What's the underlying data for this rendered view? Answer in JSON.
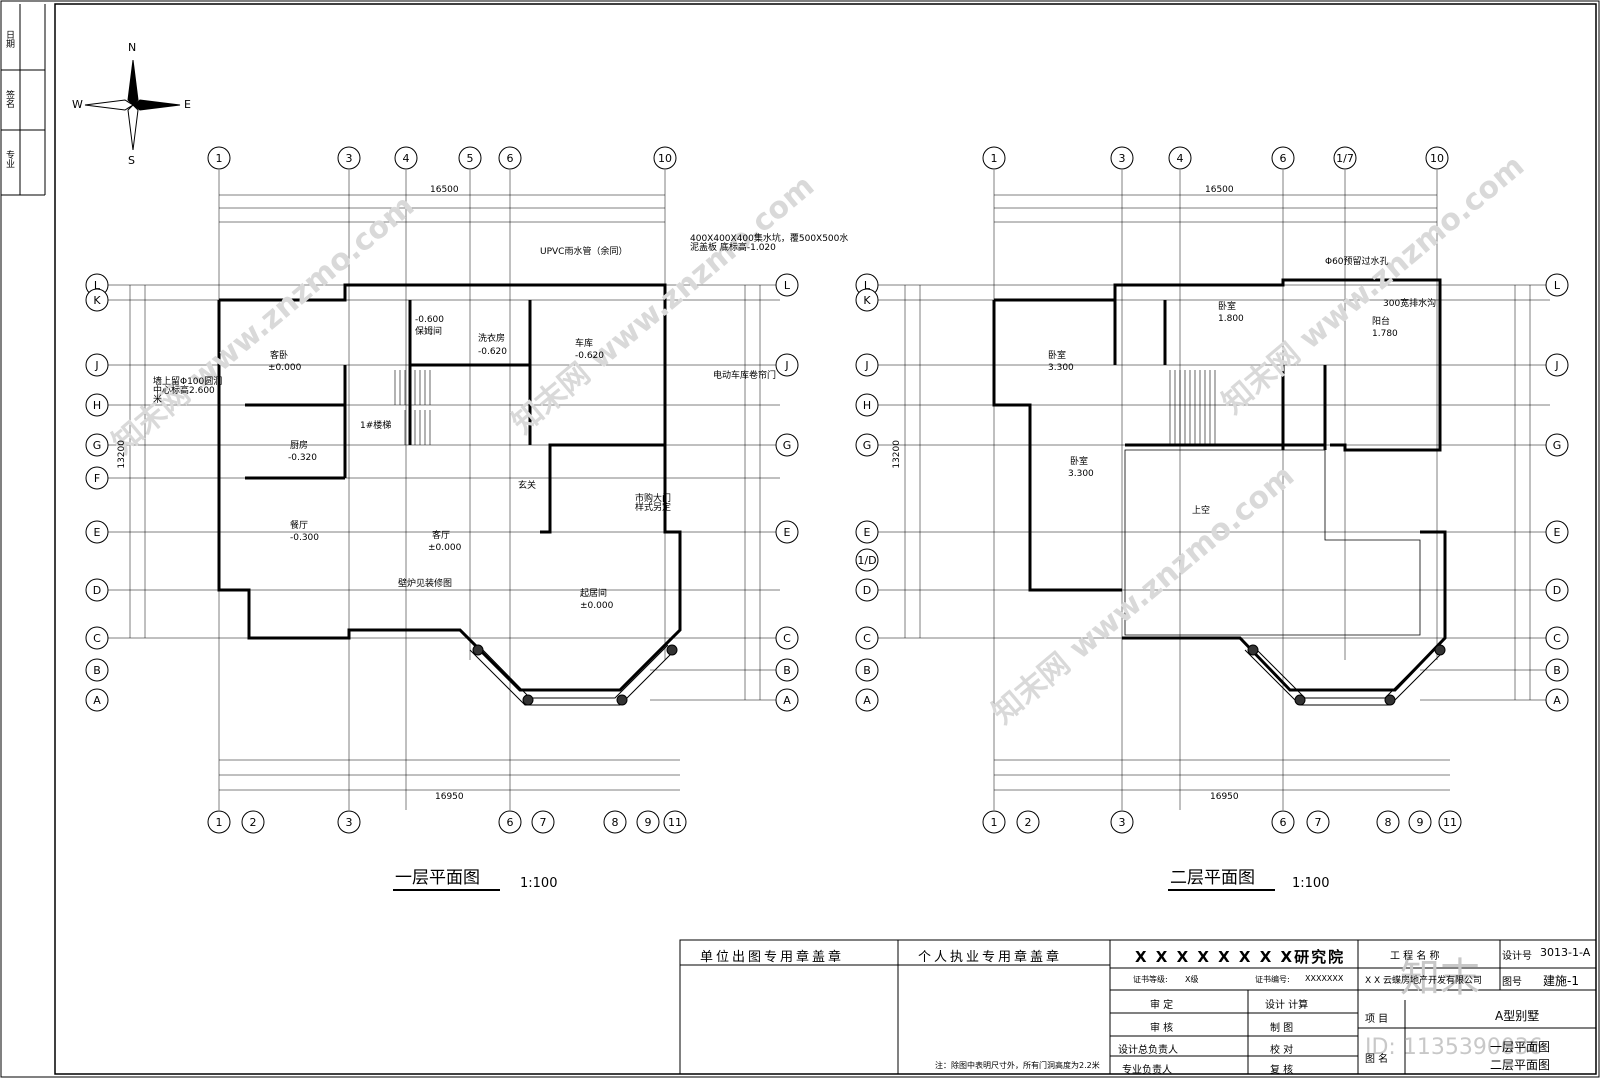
{
  "compass": {
    "n": "N",
    "s": "S",
    "e": "E",
    "w": "W"
  },
  "plans": [
    {
      "title": "一层平面图",
      "scale": "1:100",
      "axes_top": [
        "1",
        "3",
        "4",
        "5",
        "6",
        "10"
      ],
      "axes_bottom": [
        "1",
        "2",
        "3",
        "6",
        "7",
        "8",
        "9",
        "11"
      ],
      "axes_left": [
        "L",
        "K",
        "J",
        "H",
        "G",
        "F",
        "E",
        "D",
        "C",
        "B",
        "A"
      ],
      "total_width_top": "16500",
      "total_width_bottom": "16950",
      "total_depth": "13200",
      "rooms": [
        {
          "name": "客卧",
          "level": "±0.000"
        },
        {
          "name": "厨房",
          "level": "-0.320"
        },
        {
          "name": "餐厅",
          "level": "-0.300"
        },
        {
          "name": "客厅",
          "level": "±0.000"
        },
        {
          "name": "起居间",
          "level": "±0.000"
        },
        {
          "name": "车库",
          "level": "-0.620"
        },
        {
          "name": "保姆间",
          "level": "-0.600"
        },
        {
          "name": "洗衣房",
          "level": "-0.620"
        },
        {
          "name": "玄关",
          "level": ""
        },
        {
          "name": "1#楼梯",
          "level": ""
        }
      ],
      "notes": [
        "市购大门 样式另定",
        "壁炉见装修图",
        "电动车库卷帘门",
        "UPVC雨水管（余同）",
        "墙上留Φ100圆洞 中心标高2.600米",
        "400X400X400集水坑，覆500X500水泥盖板 底标高-1.020"
      ]
    },
    {
      "title": "二层平面图",
      "scale": "1:100",
      "axes_top": [
        "1",
        "3",
        "4",
        "6",
        "1/7",
        "10"
      ],
      "axes_bottom": [
        "1",
        "2",
        "3",
        "6",
        "7",
        "8",
        "9",
        "11"
      ],
      "axes_left": [
        "L",
        "K",
        "J",
        "H",
        "G",
        "E",
        "1/D",
        "D",
        "C",
        "B",
        "A"
      ],
      "total_width_top": "16500",
      "total_width_bottom": "16950",
      "total_depth": "13200",
      "rooms": [
        {
          "name": "卧室",
          "level": "3.300"
        },
        {
          "name": "卧室",
          "level": "3.300"
        },
        {
          "name": "卧室",
          "level": "1.800"
        },
        {
          "name": "阳台",
          "level": "1.780"
        },
        {
          "name": "上空",
          "level": ""
        }
      ],
      "notes": [
        "Φ60预留过水孔",
        "300宽排水沟"
      ]
    }
  ],
  "title_block": {
    "stamp_unit": "单位出图专用章盖章",
    "stamp_personal": "个人执业专用章盖章",
    "institute": "X X X X X X X X研究院",
    "cert_level_label": "证书等级:",
    "cert_level": "X级",
    "cert_no_label": "证书编号:",
    "cert_no": "XXXXXXX",
    "project_name_label": "工 程 名 称",
    "client": "X X 云蝶房地产开发有限公司",
    "design_no_label": "设计号",
    "design_no": "3013-1-A",
    "drawing_no_label": "图号",
    "drawing_no": "建施-1",
    "item_label": "项 目",
    "item": "A型别墅",
    "drawing_name_label": "图 名",
    "drawing_name_1": "一层平面图",
    "drawing_name_2": "二层平面图",
    "roles": [
      {
        "role": "审  定",
        "role2": "设计 计算"
      },
      {
        "role": "审  核",
        "role2": "制  图"
      },
      {
        "role": "设计总负责人",
        "role2": "校  对"
      },
      {
        "role": "专业负责人",
        "role2": "复  核"
      }
    ],
    "note": "注：除图中表明尺寸外，所有门洞高度为2.2米"
  },
  "left_strip": [
    "日期",
    "签名",
    "专业"
  ],
  "watermark": {
    "text": "知末网 www.znzmo.com",
    "id": "ID: 1135390036",
    "logo": "知末"
  }
}
